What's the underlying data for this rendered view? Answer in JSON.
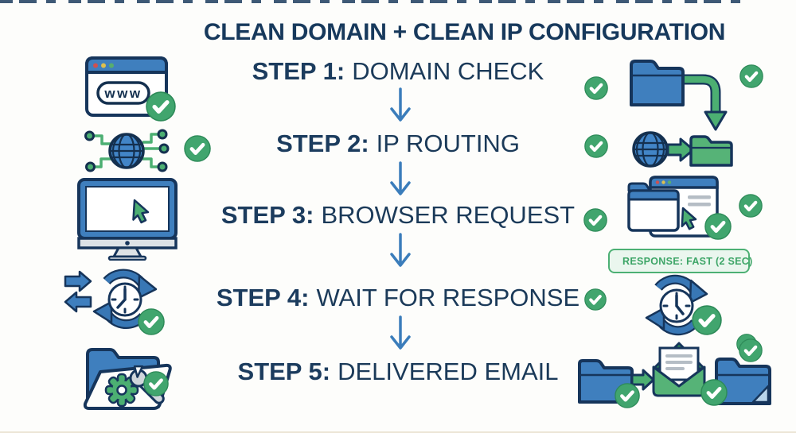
{
  "diagram": {
    "title": "CLEAN DOMAIN + CLEAN IP CONFIGURATION",
    "steps": [
      {
        "label": "STEP 1:",
        "name": "DOMAIN CHECK"
      },
      {
        "label": "STEP 2:",
        "name": "IP ROUTING"
      },
      {
        "label": "STEP 3:",
        "name": "BROWSER REQUEST"
      },
      {
        "label": "STEP 4:",
        "name": "WAIT FOR RESPONSE"
      },
      {
        "label": "STEP 5:",
        "name": "DELIVERED EMAIL"
      }
    ],
    "response_badge": "RESPONSE: FAST (2 SEC)",
    "browser_url": "www"
  },
  "icons": {
    "left": [
      "browser-www-icon",
      "network-globe-icon",
      "monitor-cursor-icon",
      "clock-sync-icon",
      "folder-tools-icon"
    ],
    "right": [
      "folder-transfer-icon",
      "globe-to-folder-icon",
      "browser-request-icon",
      "response-clock-icon",
      "email-delivery-icon"
    ],
    "repeated": [
      "check-circle-icon",
      "arrow-down-icon",
      "clock-icon"
    ]
  },
  "colors": {
    "navy_text": "#1c3c5e",
    "outline_navy": "#16355b",
    "blue": "#3f7fbe",
    "globe_blue": "#4285c7",
    "green_check": "#41a56e",
    "green_fill": "#56b377",
    "dark_green": "#2e8f57",
    "arrow_blue": "#3b7dbb",
    "badge_bg": "#eaf6ee",
    "badge_border": "#4db074",
    "badge_text": "#3da567",
    "gray": "#dde2e6",
    "background": "#fdfdfb"
  }
}
